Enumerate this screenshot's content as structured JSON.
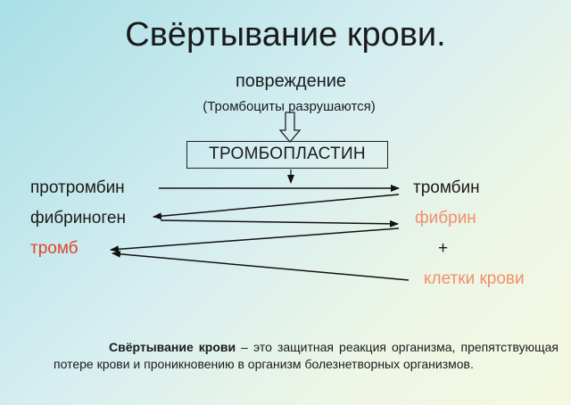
{
  "header": {
    "title": "Свёртывание крови.",
    "subtitle": "повреждение",
    "note": "(Тромбоциты разрушаются)",
    "boxed_term": "ТРОМБОПЛАСТИН"
  },
  "left_terms": {
    "prothrombin": "протромбин",
    "fibrinogen": "фибриноген",
    "thromb": "тромб"
  },
  "right_terms": {
    "thrombin": "тромбин",
    "fibrin": "фибрин",
    "plus": "+",
    "blood_cells": "клетки крови"
  },
  "definition": {
    "term": "Свёртывание крови",
    "text": " – это защитная реакция организма, препятствующая потере крови и проникновению в организм болезнетворных организмов."
  },
  "colors": {
    "text": "#1a1a1a",
    "red": "#e0462a",
    "salmon": "#f0906a"
  }
}
